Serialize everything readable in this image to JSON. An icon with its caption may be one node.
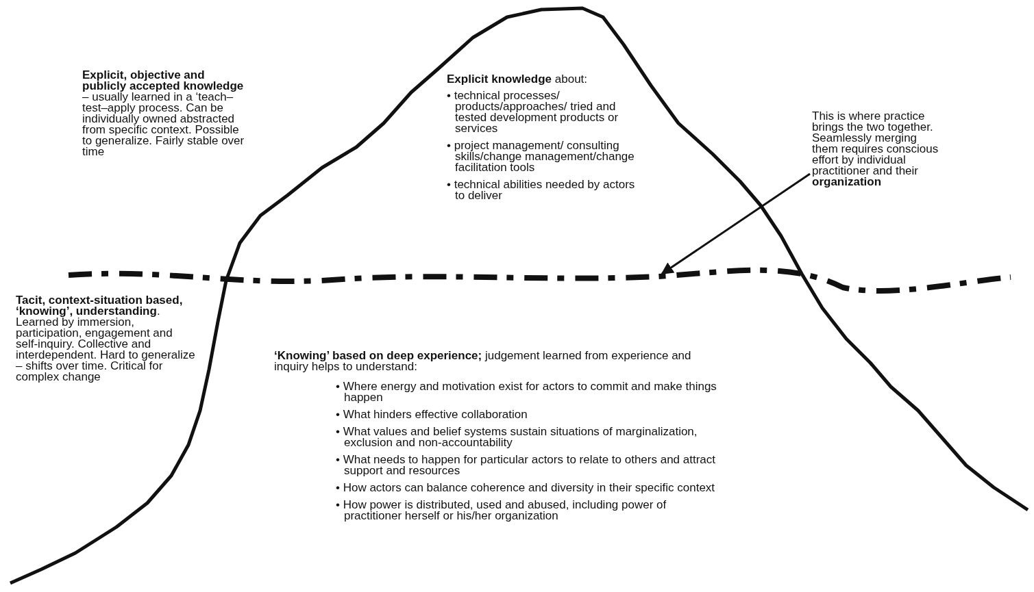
{
  "diagram": {
    "nodes": [
      {
        "text": [
          "This is where practice brings the two together. Seamlessly merging them requires conscious effort by individual practitioner and their **organization**"
        ]
      },
      {
        "text": [],
        "shape": "line"
      }
    ],
    "edges": [
      {
        "from": 0,
        "to": 1,
        "arrow": "to"
      }
    ],
    "labels": [
      "**Explicit, objective and publicly accepted knowledge** – usually learned in a ‘teach–test–apply process. Can be individually owned abstracted from specific context.  Possible to generalize.  Fairly stable over time",
      "**Explicit knowledge** about:",
      "• technical processes/ products/approaches/ tried and tested development products or services",
      "• project management/ consulting skills/change management/change facilitation tools",
      "• technical abilities needed by actors to deliver",
      "**Tacit, context-situation based, ‘knowing’, understanding**. Learned by immersion, participation, engagement and self-inquiry. Collective and interdependent.  Hard to generalize – shifts over time. Critical for complex change",
      "**‘Knowing’ based on deep experience;** judgement learned from experience and inquiry helps to understand:",
      "• Where energy and motivation exist for actors to commit and make things happen",
      "• What hinders effective collaboration",
      "• What values and belief systems sustain situations of marginalization, exclusion and non-accountability",
      "• What needs to happen for  particular actors to relate to others and attract support and resources",
      "• How actors can balance coherence and diversity in their specific context",
      "• How power is distributed, used and abused, including power of practitioner herself or his/her organization"
    ]
  }
}
